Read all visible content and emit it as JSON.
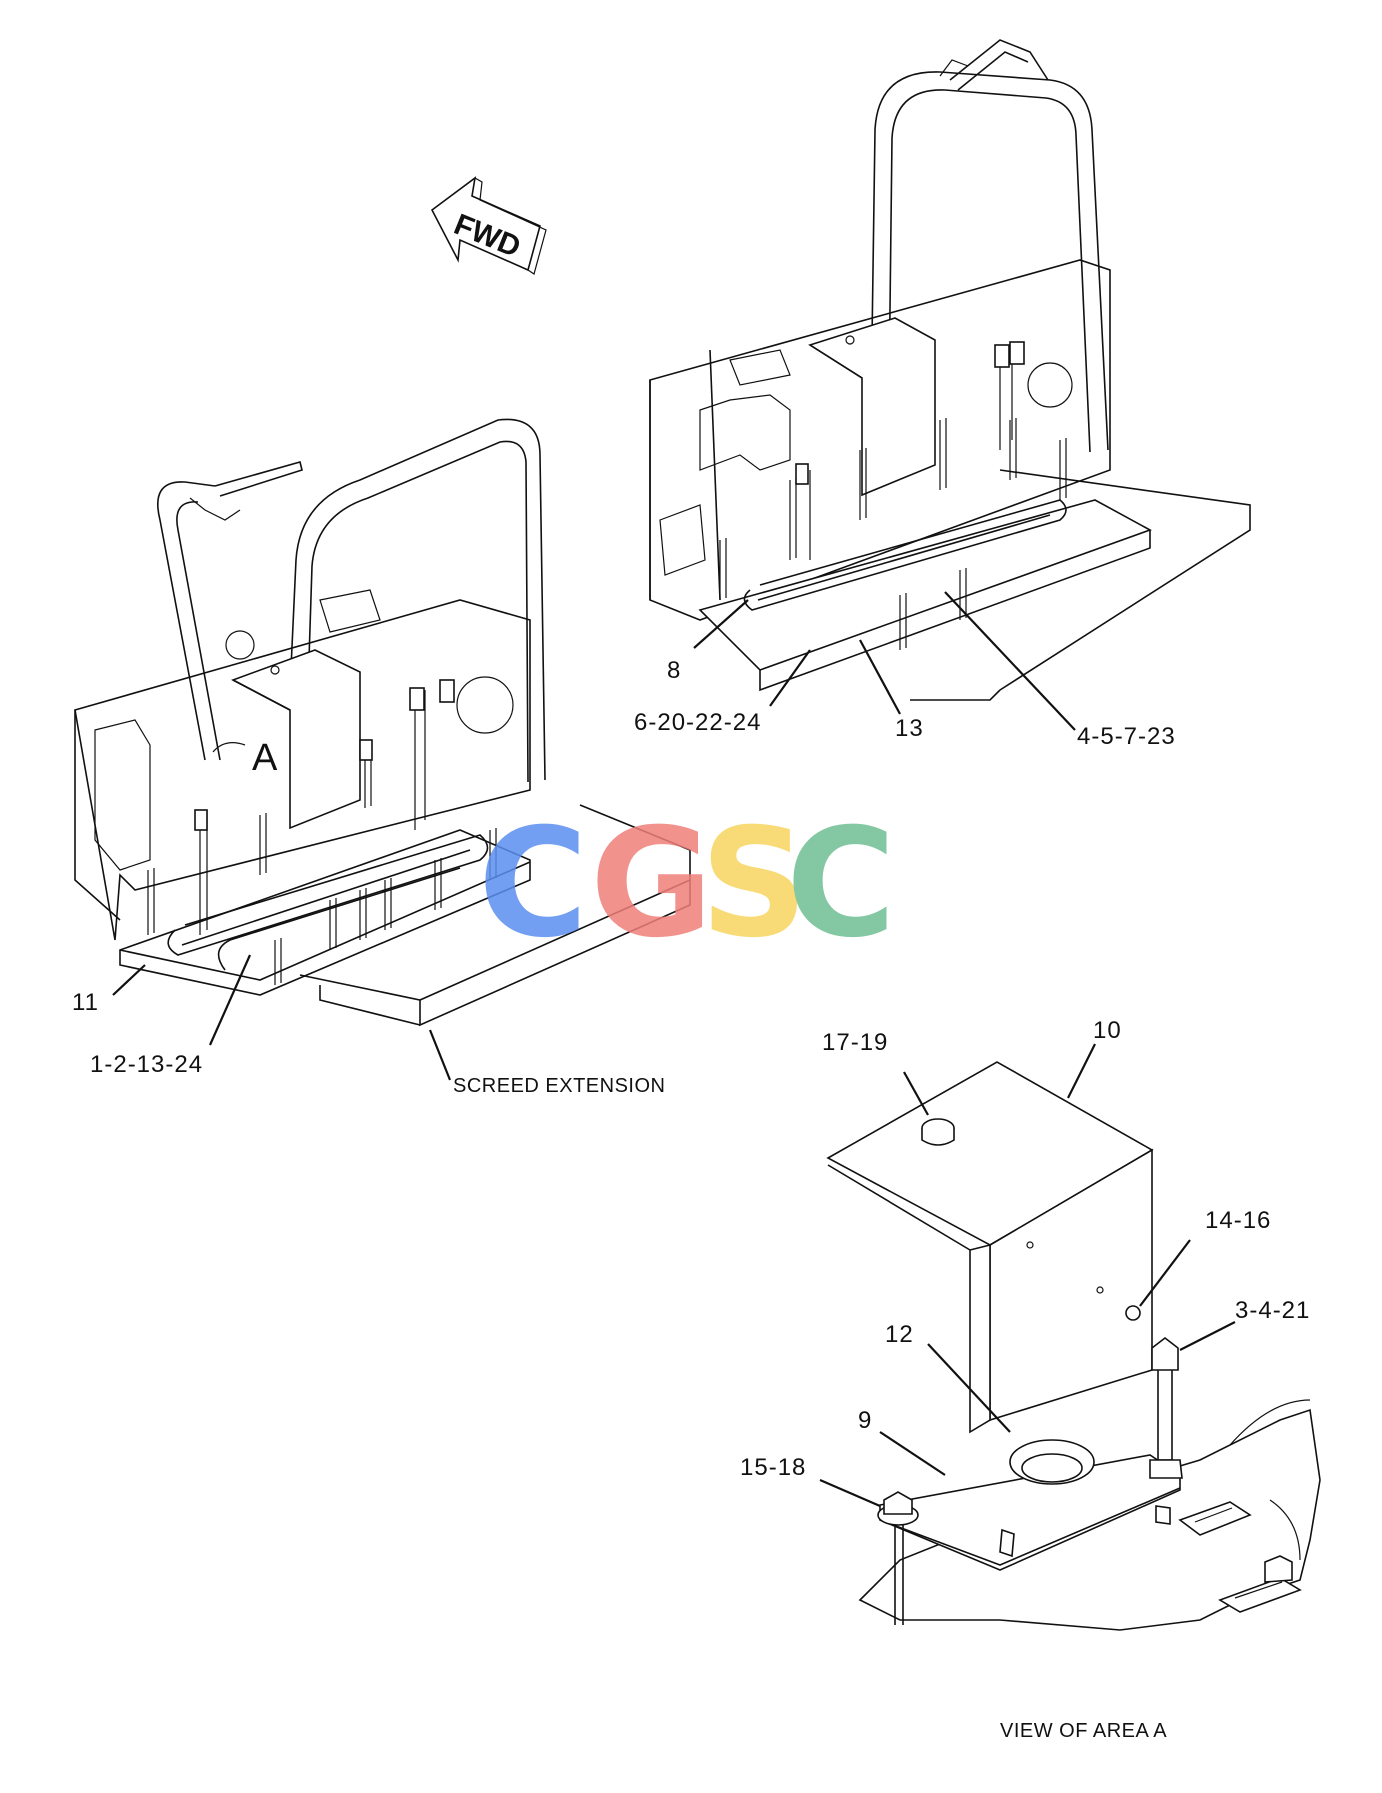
{
  "labels": {
    "fwd": "FWD",
    "area": "A",
    "screed_extension": "SCREED EXTENSION",
    "view_of_area_a": "VIEW OF AREA A"
  },
  "callouts": {
    "c_8": "8",
    "c_6_20_22_24": "6-20-22-24",
    "c_13": "13",
    "c_4_5_7_23": "4-5-7-23",
    "c_11": "11",
    "c_1_2_13_24": "1-2-13-24",
    "c_17_19": "17-19",
    "c_10": "10",
    "c_14_16": "14-16",
    "c_3_4_21": "3-4-21",
    "c_12": "12",
    "c_9": "9",
    "c_15_18": "15-18"
  },
  "watermark": {
    "letters": [
      "C",
      "G",
      "S",
      "C"
    ],
    "colors": [
      "#5b8ff0",
      "#ef7f7a",
      "#f7d560",
      "#6fbf93"
    ]
  },
  "colors": {
    "line": "#111111",
    "background": "#ffffff"
  }
}
